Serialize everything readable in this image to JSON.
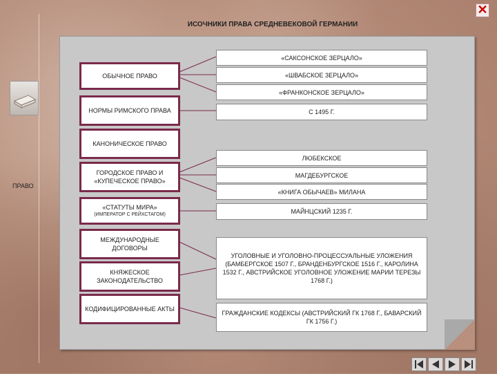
{
  "title": "ИСОЧНИКИ ПРАВА СРЕДНЕВЕКОВОЙ ГЕРМАНИИ",
  "side_label": "ПРАВО",
  "left_boxes": [
    {
      "text": "ОБЫЧНОЕ ПРАВО"
    },
    {
      "text": "НОРМЫ РИМСКОГО ПРАВА"
    },
    {
      "text": "КАНОНИЧЕСКОЕ ПРАВО"
    },
    {
      "text": "ГОРОДСКОЕ ПРАВО И «КУПЕЧЕСКОЕ ПРАВО»"
    },
    {
      "text": "«СТАТУТЫ МИРА»",
      "sub": "(ИМПЕРАТОР С РЕЙХСТАГОМ)"
    },
    {
      "text": "МЕЖДУНАРОДНЫЕ ДОГОВОРЫ"
    },
    {
      "text": "КНЯЖЕСКОЕ ЗАКОНОДАТЕЛЬСТВО"
    },
    {
      "text": "КОДИФИЦИРОВАННЫЕ АКТЫ"
    }
  ],
  "right_boxes": [
    {
      "text": "«САКСОНСКОЕ ЗЕРЦАЛО»"
    },
    {
      "text": "«ШВАБСКОЕ ЗЕРЦАЛО»"
    },
    {
      "text": "«ФРАНКОНСКОЕ ЗЕРЦАЛО»"
    },
    {
      "text": "С 1495 Г."
    },
    {
      "text": "ЛЮБЕКСКОЕ"
    },
    {
      "text": "МАГДЕБУРГСКОЕ"
    },
    {
      "text": "«КНИГА ОБЫЧАЕВ» МИЛАНА"
    },
    {
      "text": "МАЙНЦСКИЙ 1235 Г."
    },
    {
      "text": "УГОЛОВНЫЕ И УГОЛОВНО-ПРОЦЕССУАЛЬНЫЕ УЛОЖЕНИЯ (БАМБЕРГСКОЕ 1507 Г., БРАНДЕНБУРГСКОЕ 1516 Г., КАРОЛИНА 1532 Г., АВСТРИЙСКОЕ УГОЛОВНОЕ УЛОЖЕНИЕ МАРИИ ТЕРЕЗЫ 1768 Г.)"
    },
    {
      "text": "ГРАЖДАНСКИЕ КОДЕКСЫ (АВСТРИЙСКИЙ ГК 1768 Г., БАВАРСКИЙ ГК 1756 Г.)"
    }
  ],
  "nav_icons": [
    "first-page-icon",
    "prev-page-icon",
    "next-page-icon",
    "last-page-icon"
  ],
  "close_glyph": "✕"
}
